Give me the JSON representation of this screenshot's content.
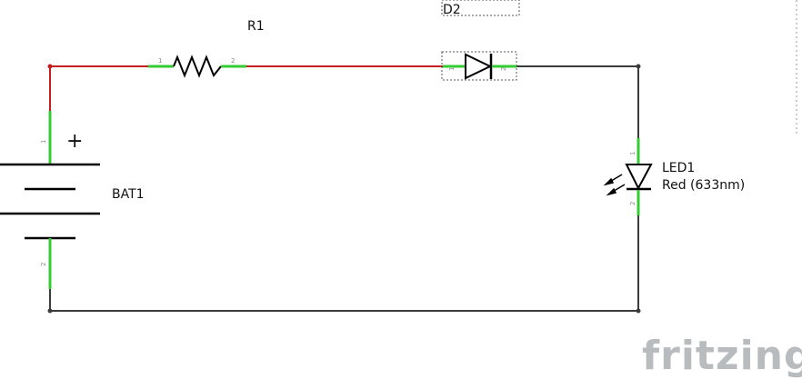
{
  "schematic": {
    "battery": {
      "ref": "BAT1",
      "plus_sign": "+",
      "pin1": "1",
      "pin2": "2"
    },
    "resistor": {
      "ref": "R1",
      "pin1": "1",
      "pin2": "2"
    },
    "diode": {
      "ref": "D2",
      "pin1": "1",
      "pin2": "2"
    },
    "led": {
      "ref": "LED1",
      "value": "Red (633nm)",
      "pin1": "1",
      "pin2": "2"
    }
  },
  "branding": {
    "logo": "fritzing"
  },
  "colors": {
    "wire_routed": "#c41e1e",
    "wire_default": "#3c3c3c",
    "pin": "#33cc33",
    "symbol": "#000000",
    "selection": "#555555",
    "logo": "#b8bcbf"
  }
}
